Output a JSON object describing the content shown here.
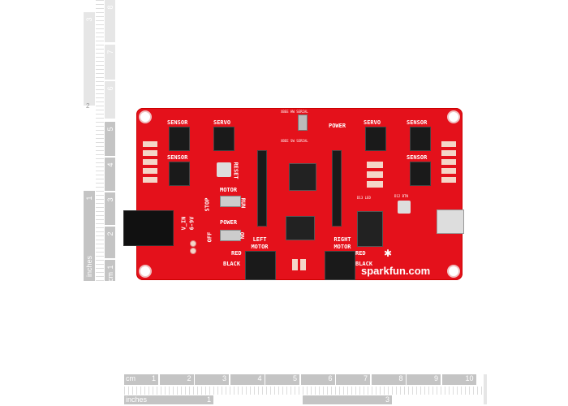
{
  "ruler_vertical": {
    "inches_label": "inches",
    "inch_ticks": [
      "1",
      "2",
      "3"
    ],
    "cm_label": "cm",
    "cm_ticks": [
      "1",
      "2",
      "3",
      "4",
      "5",
      "6",
      "7",
      "8"
    ]
  },
  "ruler_horizontal": {
    "cm_label": "cm",
    "cm_ticks": [
      "1",
      "2",
      "3",
      "4",
      "5",
      "6",
      "7",
      "8",
      "9",
      "10"
    ],
    "inches_label": "inches",
    "inch_ticks": [
      "1",
      "3"
    ]
  },
  "board": {
    "brand": "sparkfun.com",
    "labels": {
      "sensor": "SENSOR",
      "servo": "SERVO",
      "xbee_hw": "XBEE HW SERIAL",
      "xbee_sw": "XBEE SW SERIAL",
      "power": "POWER",
      "reset": "RESET",
      "motor": "MOTOR",
      "stop": "STOP",
      "run": "RUN",
      "motor_power": "POWER",
      "off": "OFF",
      "on": "ON",
      "vin": "V_IN",
      "vin_range": "6-9V",
      "left_motor": "LEFT MOTOR",
      "right_motor": "RIGHT MOTOR",
      "red": "RED",
      "black": "BLACK",
      "d13_led": "D13 LED",
      "d12_btn": "D12 BTN"
    },
    "colors": {
      "pcb": "#e4111b",
      "silkscreen": "#ffffff"
    }
  }
}
